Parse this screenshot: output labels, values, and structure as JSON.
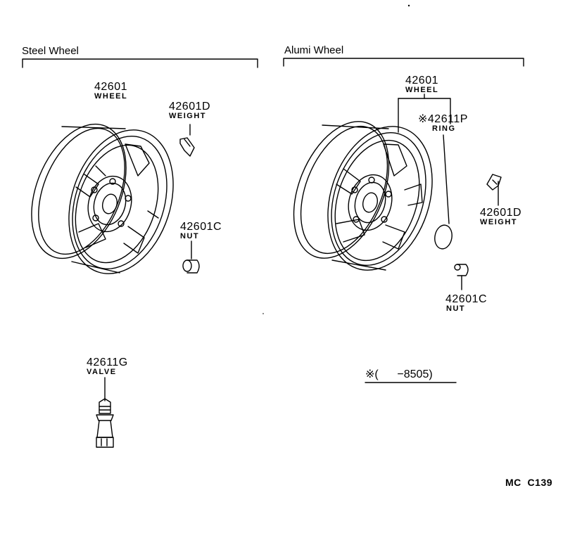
{
  "sections": {
    "steel": {
      "title": "Steel Wheel"
    },
    "alumi": {
      "title": "Alumi Wheel"
    }
  },
  "parts": {
    "steel_wheel": {
      "number": "42601",
      "name": "WHEEL"
    },
    "steel_weight": {
      "number": "42601D",
      "name": "WEIGHT"
    },
    "steel_nut": {
      "number": "42601C",
      "name": "NUT"
    },
    "valve": {
      "number": "42611G",
      "name": "VALVE"
    },
    "alumi_wheel": {
      "number": "42601",
      "name": "WHEEL"
    },
    "ring": {
      "number": "※42611P",
      "name": "RING"
    },
    "alumi_weight": {
      "number": "42601D",
      "name": "WEIGHT"
    },
    "alumi_nut": {
      "number": "42601C",
      "name": "NUT"
    }
  },
  "footnote": "※(      −8505)",
  "diagram_code": "MC  C139"
}
